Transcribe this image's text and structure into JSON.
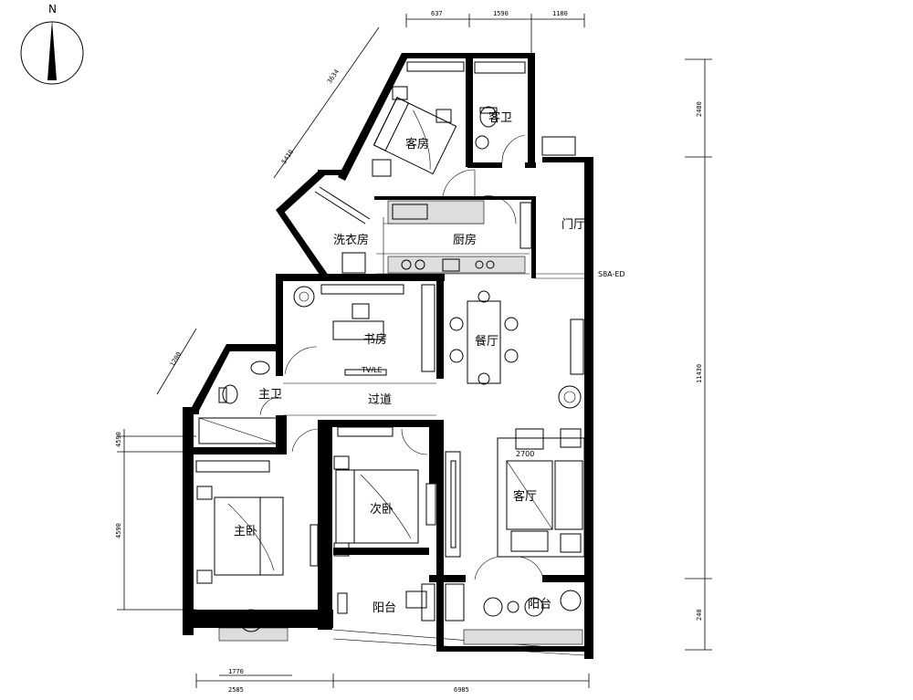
{
  "compass": {
    "north_label": "N"
  },
  "rooms": {
    "guest_bedroom": "客房",
    "guest_bath": "客卫",
    "laundry": "洗衣房",
    "kitchen": "厨房",
    "foyer": "门厅",
    "study": "书房",
    "dining": "餐厅",
    "bath": "主卫",
    "corridor": "过道",
    "master_bedroom": "主卧",
    "second_bedroom": "次卧",
    "living": "客厅",
    "balcony_left": "阳台",
    "balcony_right": "阳台"
  },
  "notes": {
    "living_height": "2700",
    "study_window": "TV/LE",
    "foyer_edge": "S8A-ED"
  },
  "dimensions": {
    "top": [
      "637",
      "1590",
      "1180"
    ],
    "right": [
      "2480",
      "11430",
      "240"
    ],
    "left": [
      "4590",
      "4590"
    ],
    "bottom": [
      "1770",
      "2585",
      "6985"
    ],
    "diagonal": [
      "3634",
      "5410",
      "1200"
    ]
  }
}
